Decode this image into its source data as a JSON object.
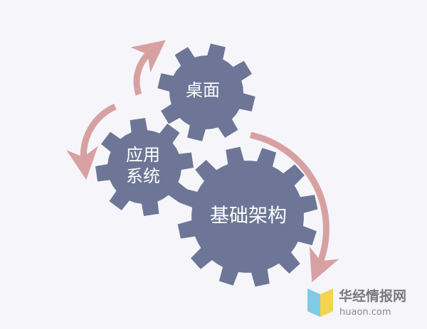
{
  "diagram": {
    "gears": [
      {
        "id": "desktop",
        "label_lines": [
          "桌面"
        ]
      },
      {
        "id": "app-system",
        "label_lines": [
          "应用",
          "系统"
        ]
      },
      {
        "id": "infrastructure",
        "label_lines": [
          "基础架构"
        ]
      }
    ]
  },
  "watermark": {
    "brand_cn": "华经情报网",
    "brand_url": "huaon.com",
    "logo_icon": "huaon-logo-icon"
  },
  "colors": {
    "gear_fill": "#6d7696",
    "arrow": "#d7a1a2",
    "background": "#f6f5fa",
    "logo_blue": "#7fcbe6",
    "logo_yellow": "#f2d54f"
  }
}
